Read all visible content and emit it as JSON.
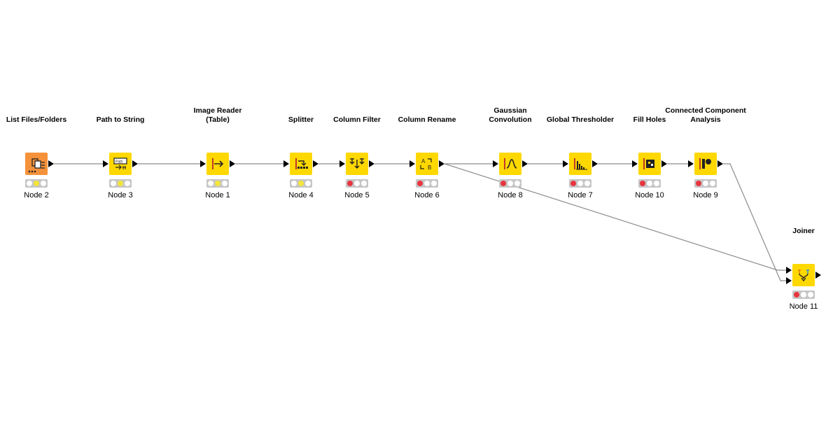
{
  "workflow": {
    "nodes": [
      {
        "id": "n2",
        "title": "List Files/Folders",
        "label": "Node 2",
        "status": "yellow",
        "kind": "source"
      },
      {
        "id": "n3",
        "title": "Path to String",
        "label": "Node 3",
        "status": "yellow",
        "kind": "manipulator"
      },
      {
        "id": "n1",
        "title": "Image Reader\n(Table)",
        "label": "Node 1",
        "status": "yellow",
        "kind": "manipulator"
      },
      {
        "id": "n4",
        "title": "Splitter",
        "label": "Node 4",
        "status": "yellow",
        "kind": "manipulator"
      },
      {
        "id": "n5",
        "title": "Column Filter",
        "label": "Node 5",
        "status": "red",
        "kind": "manipulator"
      },
      {
        "id": "n6",
        "title": "Column Rename",
        "label": "Node 6",
        "status": "red",
        "kind": "manipulator"
      },
      {
        "id": "n8",
        "title": "Gaussian\nConvolution",
        "label": "Node 8",
        "status": "red",
        "kind": "manipulator"
      },
      {
        "id": "n7",
        "title": "Global Thresholder",
        "label": "Node 7",
        "status": "red",
        "kind": "manipulator"
      },
      {
        "id": "n10",
        "title": "Fill Holes",
        "label": "Node 10",
        "status": "red",
        "kind": "manipulator"
      },
      {
        "id": "n9",
        "title": "Connected Component\nAnalysis",
        "label": "Node 9",
        "status": "red",
        "kind": "manipulator"
      },
      {
        "id": "n11",
        "title": "Joiner",
        "label": "Node 11",
        "status": "red",
        "kind": "manipulator"
      }
    ],
    "connections": [
      {
        "from": "n2",
        "to": "n3"
      },
      {
        "from": "n3",
        "to": "n1"
      },
      {
        "from": "n1",
        "to": "n4"
      },
      {
        "from": "n4",
        "to": "n5"
      },
      {
        "from": "n5",
        "to": "n6"
      },
      {
        "from": "n6",
        "to": "n8"
      },
      {
        "from": "n8",
        "to": "n7"
      },
      {
        "from": "n7",
        "to": "n10"
      },
      {
        "from": "n10",
        "to": "n9"
      },
      {
        "from": "n6",
        "to": "n11",
        "port": "top"
      },
      {
        "from": "n9",
        "to": "n11",
        "port": "bottom"
      }
    ],
    "colors": {
      "node_fill": "#ffd800",
      "source_fill": "#f5913a",
      "connection": "#8c8c8c",
      "status_red": "#e8353f",
      "status_yellow": "#f3e53a",
      "status_bar": "#c6c6c6"
    }
  }
}
